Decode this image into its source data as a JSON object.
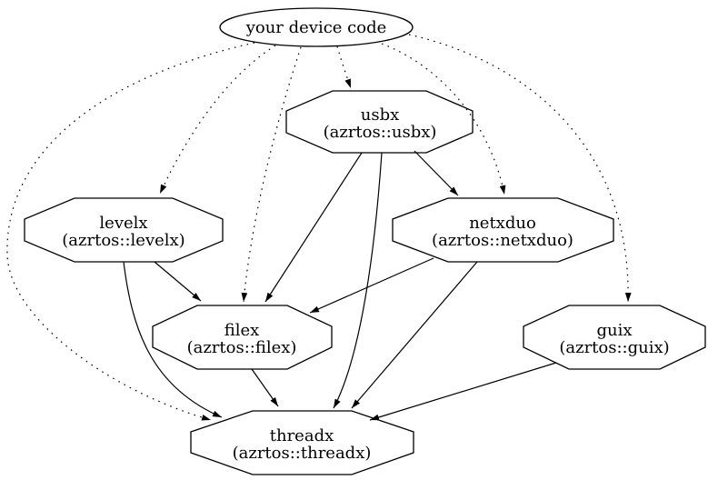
{
  "diagram": {
    "type": "dependency-graph",
    "colors": {
      "stroke": "#000000",
      "text": "#000000",
      "background": "#ffffff"
    },
    "nodes": {
      "device": {
        "label": "your device code",
        "shape": "ellipse"
      },
      "usbx": {
        "label": "usbx",
        "sublabel": "(azrtos::usbx)",
        "shape": "octagon"
      },
      "levelx": {
        "label": "levelx",
        "sublabel": "(azrtos::levelx)",
        "shape": "octagon"
      },
      "netxduo": {
        "label": "netxduo",
        "sublabel": "(azrtos::netxduo)",
        "shape": "octagon"
      },
      "filex": {
        "label": "filex",
        "sublabel": "(azrtos::filex)",
        "shape": "octagon"
      },
      "guix": {
        "label": "guix",
        "sublabel": "(azrtos::guix)",
        "shape": "octagon"
      },
      "threadx": {
        "label": "threadx",
        "sublabel": "(azrtos::threadx)",
        "shape": "octagon"
      }
    },
    "edges": [
      {
        "from": "your device code",
        "to": "usbx",
        "style": "dotted"
      },
      {
        "from": "your device code",
        "to": "levelx",
        "style": "dotted"
      },
      {
        "from": "your device code",
        "to": "netxduo",
        "style": "dotted"
      },
      {
        "from": "your device code",
        "to": "guix",
        "style": "dotted"
      },
      {
        "from": "your device code",
        "to": "filex",
        "style": "dotted"
      },
      {
        "from": "your device code",
        "to": "threadx",
        "style": "dotted"
      },
      {
        "from": "usbx",
        "to": "netxduo",
        "style": "solid"
      },
      {
        "from": "usbx",
        "to": "filex",
        "style": "solid"
      },
      {
        "from": "usbx",
        "to": "threadx",
        "style": "solid"
      },
      {
        "from": "levelx",
        "to": "filex",
        "style": "solid"
      },
      {
        "from": "levelx",
        "to": "threadx",
        "style": "solid"
      },
      {
        "from": "netxduo",
        "to": "filex",
        "style": "solid"
      },
      {
        "from": "netxduo",
        "to": "threadx",
        "style": "solid"
      },
      {
        "from": "filex",
        "to": "threadx",
        "style": "solid"
      },
      {
        "from": "guix",
        "to": "threadx",
        "style": "solid"
      }
    ]
  }
}
